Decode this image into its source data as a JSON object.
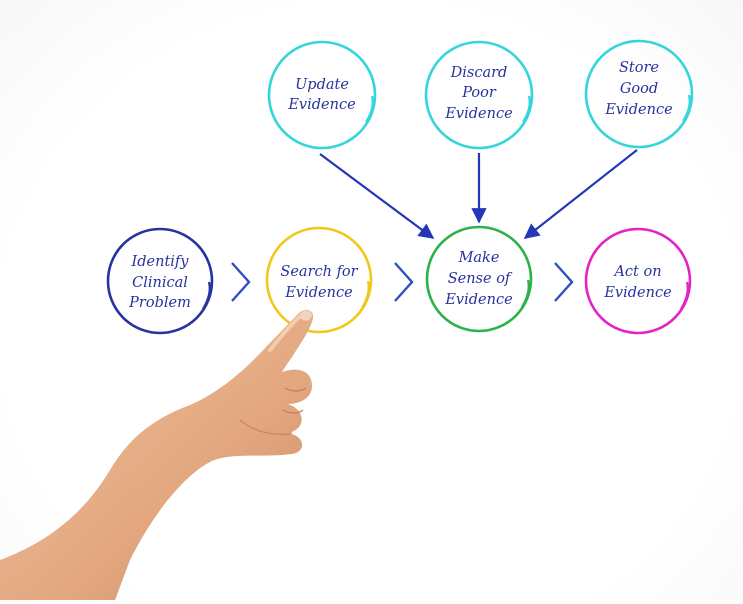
{
  "colors": {
    "navy": "#27339e",
    "cyan": "#34d5dc",
    "yellow": "#f0c81a",
    "green": "#2db24a",
    "magenta": "#e224c4",
    "arrow": "#2437b8",
    "chevron": "#2e4fc4",
    "skin": "#e9b48f"
  },
  "nodes": {
    "identify": {
      "lines": [
        "Identify",
        "Clinical",
        "Problem"
      ]
    },
    "search": {
      "lines": [
        "Search for",
        "Evidence"
      ]
    },
    "sense": {
      "lines": [
        "Make",
        "Sense of",
        "Evidence"
      ]
    },
    "act": {
      "lines": [
        "Act on",
        "Evidence"
      ]
    },
    "update": {
      "lines": [
        "Update",
        "Evidence"
      ]
    },
    "discard": {
      "lines": [
        "Discard",
        "Poor",
        "Evidence"
      ]
    },
    "store": {
      "lines": [
        "Store",
        "Good",
        "Evidence"
      ]
    }
  }
}
